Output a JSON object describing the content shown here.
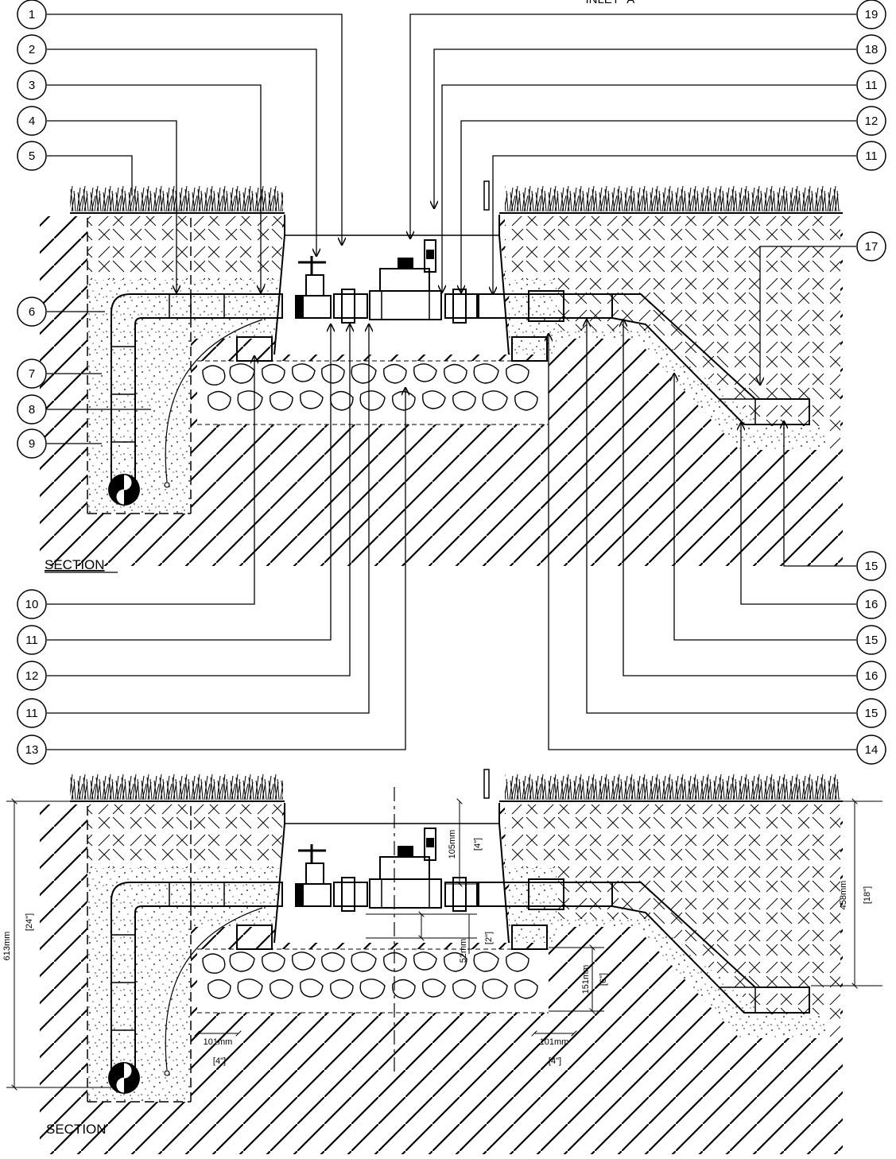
{
  "top_label": "INLET \"A\"",
  "section_top": {
    "caption": "SECTION",
    "left_callouts": [
      "1",
      "2",
      "3",
      "4",
      "5",
      "6",
      "7",
      "8",
      "9",
      "10",
      "11",
      "12",
      "11",
      "13"
    ],
    "right_callouts": [
      "19",
      "18",
      "11",
      "12",
      "11",
      "17",
      "15",
      "16",
      "15",
      "16",
      "15",
      "14"
    ]
  },
  "section_bottom": {
    "caption": "SECTION",
    "dims": {
      "overall_depth_mm": "613mm",
      "overall_depth_in": "[24\"]",
      "box_top_mm": "105mm",
      "box_top_in": "[4\"]",
      "outlet_depth_mm": "458mm",
      "outlet_depth_in": "[18\"]",
      "gravel_gap_mm": "52mm",
      "gravel_gap_in": "[2\"]",
      "gravel_depth_mm": "151mm",
      "gravel_depth_in": "[6\"]",
      "left_offset_mm": "101mm",
      "left_offset_in": "[4\"]",
      "right_offset_mm": "101mm",
      "right_offset_in": "[4\"]"
    }
  },
  "colors": {
    "ink": "#000000",
    "background": "#ffffff",
    "shading": "#e6e6e6"
  }
}
